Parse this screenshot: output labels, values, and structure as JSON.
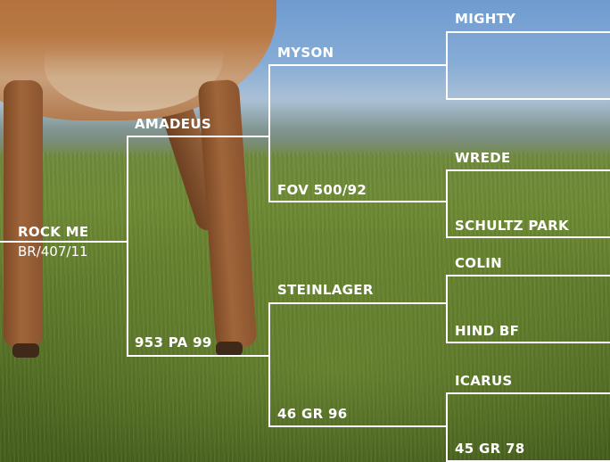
{
  "pedigree": {
    "subject": {
      "name": "ROCK ME",
      "registration": "BR/407/11"
    },
    "sire": {
      "name": "AMADEUS"
    },
    "dam": {
      "name": "953 PA 99"
    },
    "sire_sire": {
      "name": "MYSON"
    },
    "sire_dam": {
      "name": "FOV 500/92"
    },
    "dam_sire": {
      "name": "STEINLAGER"
    },
    "dam_dam": {
      "name": "46 GR 96"
    },
    "sss": {
      "name": "MIGHTY"
    },
    "ssd": {
      "name": ""
    },
    "sds": {
      "name": "WREDE"
    },
    "sdd": {
      "name": "SCHULTZ PARK"
    },
    "dss": {
      "name": "COLIN"
    },
    "dsd": {
      "name": "HIND BF"
    },
    "dds": {
      "name": "ICARUS"
    },
    "ddd": {
      "name": "45 GR 78"
    }
  },
  "colors": {
    "lines": "#ffffff",
    "text": "#ffffff"
  }
}
